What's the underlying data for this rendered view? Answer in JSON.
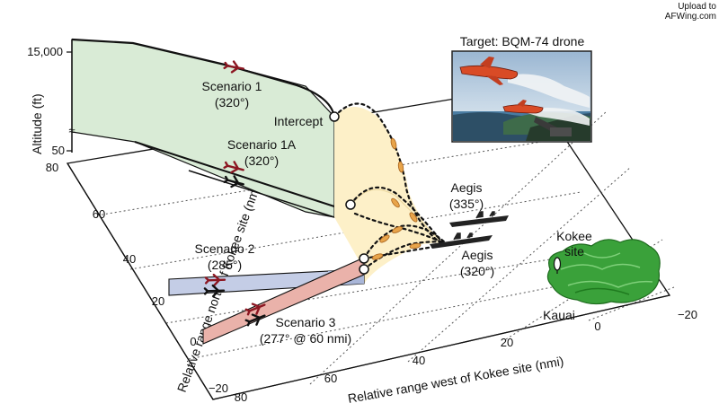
{
  "corner_note": [
    "Upload to",
    "AFWing.com"
  ],
  "target_title": "Target: BQM-74 drone",
  "altitude": {
    "axis_label": "Altitude (ft)",
    "ticks": [
      "15,000",
      "50"
    ],
    "break_mark": "≈"
  },
  "north_axis": {
    "label": "Relative range north of Kokee site (nmi)",
    "ticks": [
      "80",
      "60",
      "40",
      "20",
      "0",
      "−20"
    ]
  },
  "west_axis": {
    "label": "Relative range west of Kokee site (nmi)",
    "ticks": [
      "80",
      "60",
      "40",
      "20",
      "0",
      "−20"
    ]
  },
  "scenarios": {
    "s1": [
      "Scenario 1",
      "(320°)"
    ],
    "s1a": [
      "Scenario 1A",
      "(320°)"
    ],
    "s2": [
      "Scenario 2",
      "(285°)"
    ],
    "s3": [
      "Scenario 3",
      "(277° @ 60 nmi)"
    ]
  },
  "intercept": "Intercept",
  "aegis_a": [
    "Aegis",
    "(335°)"
  ],
  "aegis_b": [
    "Aegis",
    "(320°)"
  ],
  "kokee": [
    "Kokee",
    "site"
  ],
  "kauai": "Kauai",
  "colors": {
    "wall_green": "#d9ebd6",
    "track_blue": "#c4cde6",
    "track_pink": "#eab2aa",
    "envelope": "#fdf0c8",
    "island": "#3aa13a",
    "aircraft_red": "#8c1722",
    "missile_orange": "#e8a44a"
  },
  "icons": [
    "aircraft-icon",
    "missile-icon",
    "ship-icon",
    "radar-site-icon"
  ]
}
